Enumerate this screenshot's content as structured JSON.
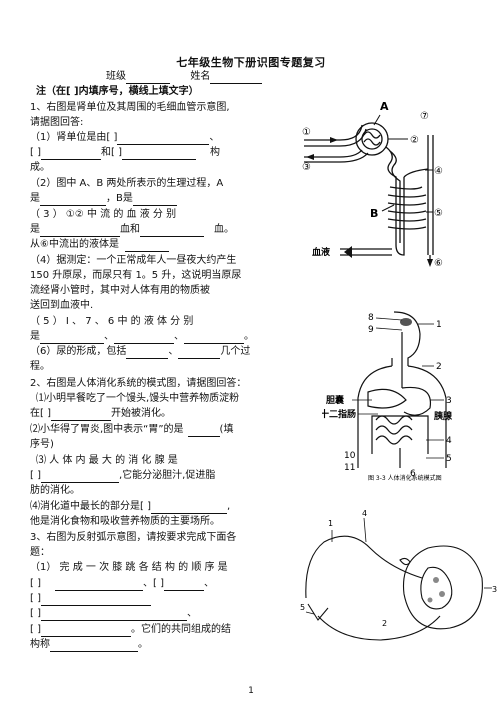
{
  "title": "七年级生物下册识图专题复习",
  "header": {
    "class_label": "班级",
    "name_label": "姓名"
  },
  "note": "注（在[ ]内填序号，横线上填文字）",
  "q1": {
    "l1": "1、右图是肾单位及其周围的毛细血管示意图,",
    "l2": "请据图回答:",
    "l3a": "（1）肾单位是由[    ]",
    "l3b": "、",
    "l4a": "[    ]",
    "l4b": "和[    ]",
    "l4c": "构",
    "l5": "成。",
    "l6": "（2）图中 A、B 两处所表示的生理过程，A",
    "l7a": "是",
    "l7b": "，B是",
    "l8": "（ 3 ） ①② 中 流 的 血 液 分 别",
    "l9a": "是",
    "l9b": "血和",
    "l9c": "血。",
    "l10a": "从⑥中流出的液体是",
    "l11": "（4）据测定：一个正常成年人一昼夜大约产生",
    "l12": "150 升原尿，而尿只有 1。5 升，这说明当原尿",
    "l13": "流经肾小管时，其中对人体有用的物质被",
    "l14": "送回到血液中.",
    "l15": "（ 5 ） Ⅰ 、 7 、 6 中 的 液 体 分 别",
    "l16a": "是",
    "l16b": "、",
    "l16c": "、",
    "l16d": "。",
    "l17a": "（6）尿的形成，包括",
    "l17b": "、",
    "l17c": "几个过",
    "l18": "程。"
  },
  "q2": {
    "l1": "2、右图是人体消化系统的模式图，请据图回答：",
    "l2": "⑴小明早餐吃了一个馒头,馒头中营养物质淀粉",
    "l3a": "在[    ]",
    "l3b": "开始被消化。",
    "l4a": "⑵小华得了胃炎,图中表示“胃”的是",
    "l4b": "(填",
    "l5": "序号)",
    "l6": "⑶ 人 体 内 最 大 的 消 化 腺 是",
    "l7a": "[    ]",
    "l7b": ",它能分泌胆汁,促进脂",
    "l8": "肪的消化。",
    "l9a": "⑷消化道中最长的部分是[    ]",
    "l9b": ",",
    "l10": "他是消化食物和吸收营养物质的主要场所。"
  },
  "q3": {
    "l1": "3、右图为反射弧示意图，请按要求完成下面各",
    "l2": "题：",
    "l3a": "（1） 完 成 一 次 膝 跳 各 结 构 的 顺 序 是",
    "l4a": "[    ]",
    "l4b": "、[ ]",
    "l4c": "、",
    "l5a": "[    ]",
    "l6a": "[              ]",
    "l6b": "、",
    "l7a": "[    ]",
    "l7b": "。它们的共同组成的结",
    "l8a": "构称",
    "l8b": "。"
  },
  "fig1": {
    "A": "A",
    "B": "B",
    "n1": "①",
    "n2": "②",
    "n3": "③",
    "n4": "④",
    "n5": "⑤",
    "n6": "⑥",
    "n7": "⑦",
    "blood": "血液"
  },
  "fig2": {
    "n8": "8",
    "n9": "9",
    "n1": "1",
    "n2": "2",
    "n3": "3",
    "n4": "4",
    "n5": "5",
    "n6": "6",
    "n10": "10",
    "n11": "11",
    "gall": "胆囊",
    "duo": "十二指肠",
    "pan": "胰腺",
    "caption": "图 3-3 人体消化系统模式图"
  },
  "fig3": {
    "n1": "1",
    "n2": "2",
    "n3": "3",
    "n4": "4",
    "n5": "5"
  },
  "page_number": "1"
}
